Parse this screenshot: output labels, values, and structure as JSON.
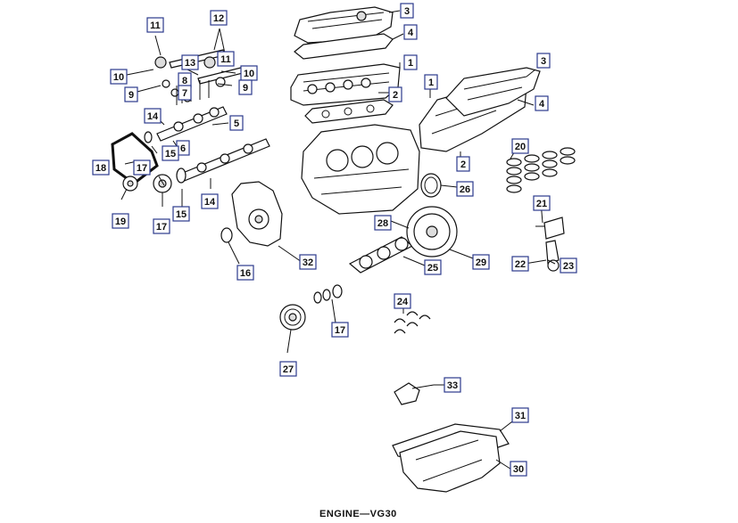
{
  "title": "ENGINE—VG30",
  "callouts": [
    {
      "id": "c3a",
      "text": "3"
    },
    {
      "id": "c4a",
      "text": "4"
    },
    {
      "id": "c1a",
      "text": "1"
    },
    {
      "id": "c2a",
      "text": "2"
    },
    {
      "id": "c1b",
      "text": "1"
    },
    {
      "id": "c3b",
      "text": "3"
    },
    {
      "id": "c4b",
      "text": "4"
    },
    {
      "id": "c2b",
      "text": "2"
    },
    {
      "id": "c11a",
      "text": "11"
    },
    {
      "id": "c12",
      "text": "12"
    },
    {
      "id": "c11b",
      "text": "11"
    },
    {
      "id": "c13",
      "text": "13"
    },
    {
      "id": "c10a",
      "text": "10"
    },
    {
      "id": "c10b",
      "text": "10"
    },
    {
      "id": "c9a",
      "text": "9"
    },
    {
      "id": "c9b",
      "text": "9"
    },
    {
      "id": "c8",
      "text": "8"
    },
    {
      "id": "c7",
      "text": "7"
    },
    {
      "id": "c14a",
      "text": "14"
    },
    {
      "id": "c5",
      "text": "5"
    },
    {
      "id": "c6",
      "text": "6"
    },
    {
      "id": "c15a",
      "text": "15"
    },
    {
      "id": "c18",
      "text": "18"
    },
    {
      "id": "c17a",
      "text": "17"
    },
    {
      "id": "c19",
      "text": "19"
    },
    {
      "id": "c17b",
      "text": "17"
    },
    {
      "id": "c15b",
      "text": "15"
    },
    {
      "id": "c14b",
      "text": "14"
    },
    {
      "id": "c16",
      "text": "16"
    },
    {
      "id": "c32",
      "text": "32"
    },
    {
      "id": "c20",
      "text": "20"
    },
    {
      "id": "c26",
      "text": "26"
    },
    {
      "id": "c21",
      "text": "21"
    },
    {
      "id": "c28",
      "text": "28"
    },
    {
      "id": "c29",
      "text": "29"
    },
    {
      "id": "c25",
      "text": "25"
    },
    {
      "id": "c22",
      "text": "22"
    },
    {
      "id": "c23",
      "text": "23"
    },
    {
      "id": "c24",
      "text": "24"
    },
    {
      "id": "c17c",
      "text": "17"
    },
    {
      "id": "c27",
      "text": "27"
    },
    {
      "id": "c33",
      "text": "33"
    },
    {
      "id": "c31",
      "text": "31"
    },
    {
      "id": "c30",
      "text": "30"
    }
  ]
}
